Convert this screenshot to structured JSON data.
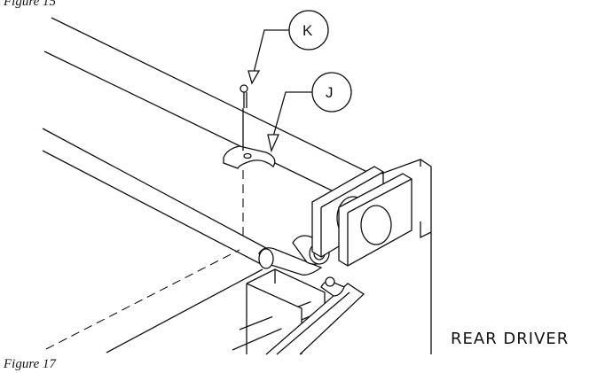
{
  "captions": {
    "top": "Figure 15",
    "bottom": "Figure 17"
  },
  "callouts": {
    "k": "K",
    "j": "J"
  },
  "labels": {
    "rear_driver": "REAR DRIVER"
  }
}
